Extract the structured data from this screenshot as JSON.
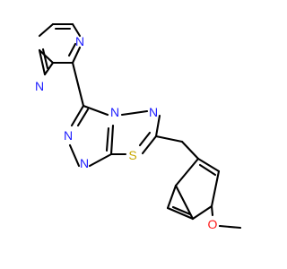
{
  "molecule": {
    "colors": {
      "bond": "#000000",
      "N": "#1b1bff",
      "S": "#c8a800",
      "O": "#ff1a1a",
      "background": "#ffffff"
    },
    "atoms": {
      "N1": "N",
      "N2": "N",
      "N3": "N",
      "N4": "N",
      "N5": "N",
      "N6": "N",
      "S1": "S",
      "O1": "O"
    }
  }
}
